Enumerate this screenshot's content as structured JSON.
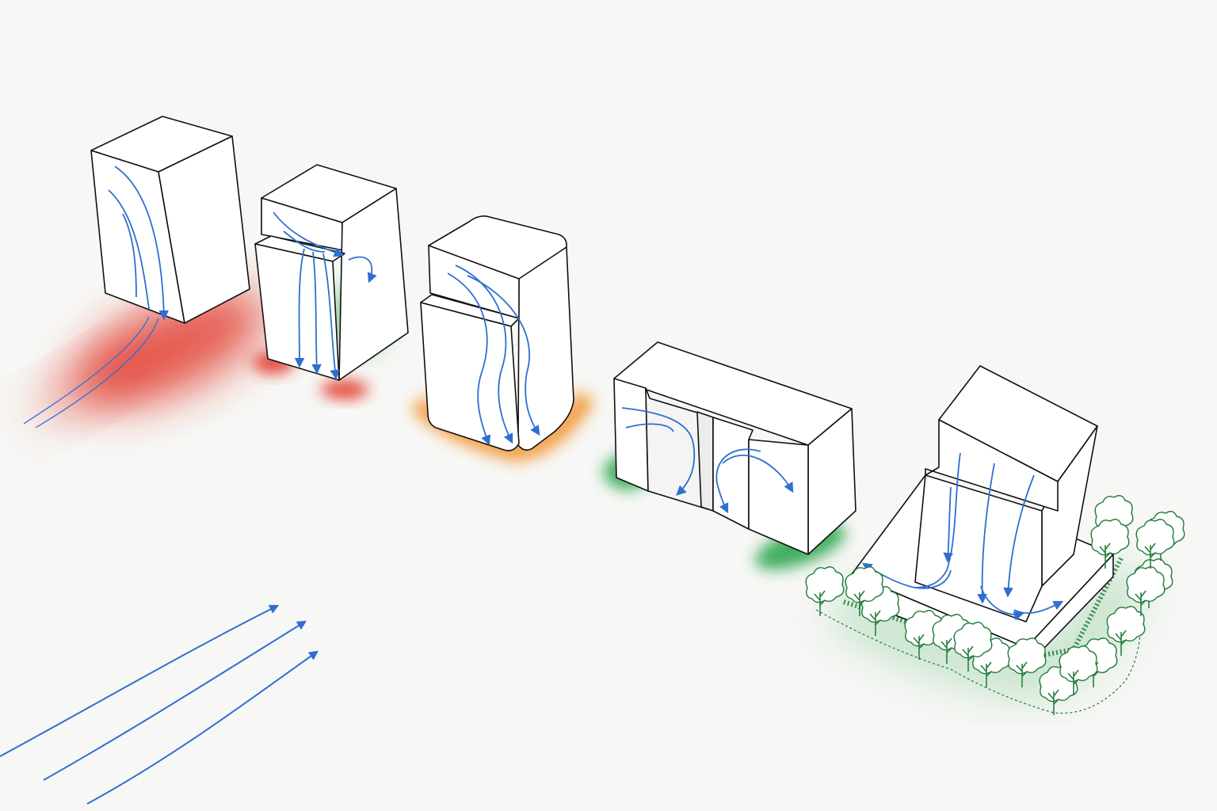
{
  "diagram": {
    "colors": {
      "background": "#f7f7f5",
      "outline": "#111111",
      "face": "#ffffff",
      "wind": "#2f6fd0",
      "high_wind_zone": "#e02a1a",
      "moderate_wind_zone": "#f28a1a",
      "calm_zone": "#24a244",
      "vegetation": "#1e7a38"
    },
    "buildings": [
      {
        "id": "tall-slab",
        "ground_zone": "high_wind_zone"
      },
      {
        "id": "stepped-podium",
        "ground_zone": "high_wind_zone",
        "sheltered_zone": "calm_zone"
      },
      {
        "id": "rounded-tower",
        "ground_zone": "moderate_wind_zone"
      },
      {
        "id": "split-courtyard",
        "ground_zone": "calm_zone"
      },
      {
        "id": "podium-with-trees",
        "ground_zone": "calm_zone",
        "landscape": "trees"
      }
    ],
    "prevailing_wind_arrow_count": 3,
    "tree_count": 18
  }
}
